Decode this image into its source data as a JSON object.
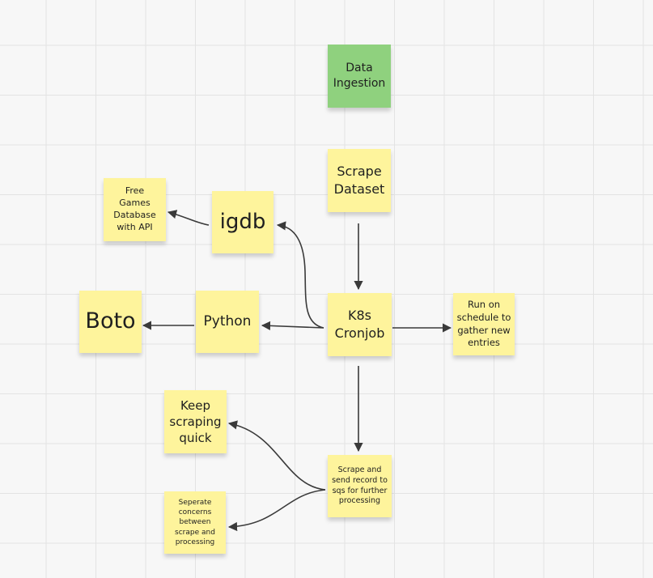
{
  "notes": {
    "data_ingestion": "Data\nIngestion",
    "scrape_dataset": "Scrape\nDataset",
    "free_games_db": "Free\nGames\nDatabase\nwith API",
    "igdb": "igdb",
    "boto": "Boto",
    "python": "Python",
    "k8s_cronjob": "K8s\nCronjob",
    "run_on_schedule": "Run on\nschedule to\ngather new\nentries",
    "keep_scraping_quick": "Keep\nscraping\nquick",
    "scrape_and_send": "Scrape and\nsend record to\nsqs for further\nprocessing",
    "separate_concerns": "Seperate\nconcerns\nbetween\nscrape and\nprocessing"
  },
  "colors": {
    "sticky_yellow": "#fef49c",
    "sticky_green": "#8fd17e",
    "arrow": "#3a3a3a"
  }
}
